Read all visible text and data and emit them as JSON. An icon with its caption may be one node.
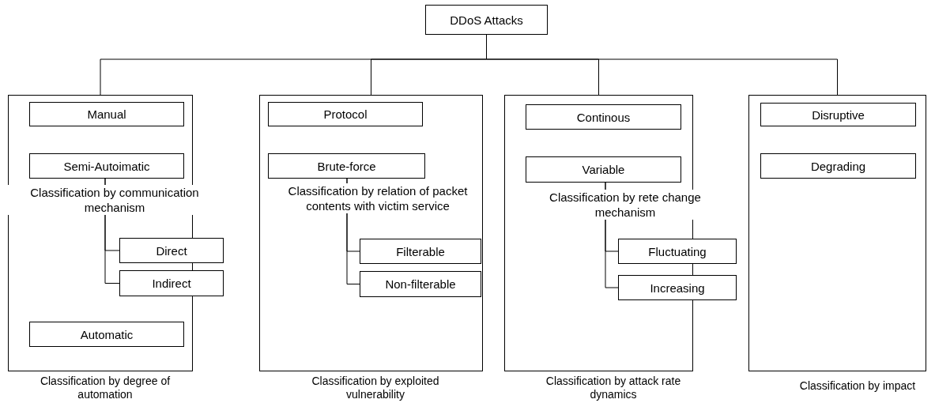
{
  "diagram": {
    "nodes": [
      {
        "text": [
          "DDoS Attacks"
        ]
      },
      {
        "text": [
          "Classification by degree of automation"
        ]
      },
      {
        "text": [
          "Manual"
        ],
        "in": 1
      },
      {
        "text": [
          "Semi-Autoimatic"
        ],
        "in": 1,
        "beside": [
          "Classification by communication mechanism"
        ]
      },
      {
        "text": [
          "Direct"
        ]
      },
      {
        "text": [
          "Indirect"
        ]
      },
      {
        "text": [
          "Automatic"
        ],
        "in": 1
      },
      {
        "text": [
          "Classification by exploited vulnerability"
        ]
      },
      {
        "text": [
          "Protocol"
        ],
        "in": 7
      },
      {
        "text": [
          "Brute-force"
        ],
        "in": 7,
        "beside": [
          "Classification by relation of packet contents with victim service"
        ]
      },
      {
        "text": [
          "Filterable"
        ],
        "in": 7
      },
      {
        "text": [
          "Non-filterable"
        ],
        "in": 7
      },
      {
        "text": [
          "Classification by attack rate dynamics"
        ]
      },
      {
        "text": [
          "Continous"
        ],
        "in": 12
      },
      {
        "text": [
          "Variable"
        ],
        "in": 12,
        "beside": [
          "Classification by rete change mechanism"
        ]
      },
      {
        "text": [
          "Fluctuating"
        ]
      },
      {
        "text": [
          "Increasing"
        ]
      },
      {
        "text": [
          "Classification by impact"
        ]
      },
      {
        "text": [
          "Disruptive"
        ],
        "in": 17
      },
      {
        "text": [
          "Degrading"
        ],
        "in": 17
      }
    ],
    "edges": [
      {
        "from": 0,
        "to": 1,
        "arrow": "none"
      },
      {
        "from": 0,
        "to": 7,
        "arrow": "none"
      },
      {
        "from": 0,
        "to": 12,
        "arrow": "none"
      },
      {
        "from": 0,
        "to": 17,
        "arrow": "none"
      },
      {
        "from": 3,
        "to": 4,
        "arrow": "none"
      },
      {
        "from": 3,
        "to": 5,
        "arrow": "none"
      },
      {
        "from": 9,
        "to": 10,
        "arrow": "none"
      },
      {
        "from": 9,
        "to": 11,
        "arrow": "none"
      },
      {
        "from": 14,
        "to": 15,
        "arrow": "none"
      },
      {
        "from": 14,
        "to": 16,
        "arrow": "none"
      }
    ]
  }
}
